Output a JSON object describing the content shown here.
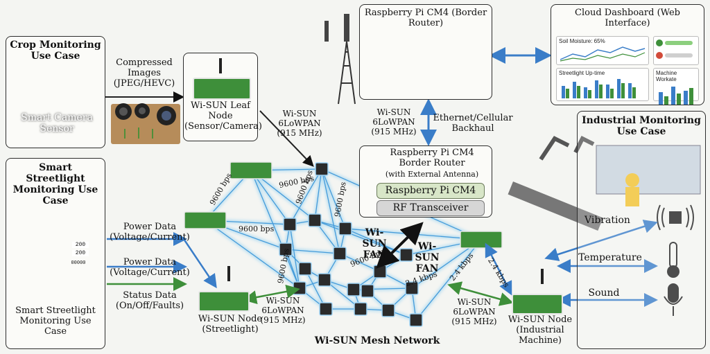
{
  "crop": {
    "title": "Crop Monitoring Use Case",
    "camera_label": "Smart Camera Sensor",
    "link_label": "Compressed Images (JPEG/HEVC)"
  },
  "leaf_node": {
    "label": "Wi-SUN Leaf Node (Sensor/Camera)"
  },
  "streetlight": {
    "title": "Smart Streetlight Monitoring Use Case",
    "caption": "Smart Streetlight Monitoring Use Case",
    "meter_values": [
      "200",
      "200"
    ],
    "meter_footer": "00000",
    "flows": [
      "Power Data (Voltage/Current)",
      "Power Data (Voltage/Current)",
      "Status Data (On/Off/Faults)"
    ]
  },
  "streetlight_node": {
    "label": "Wi-SUN Node (Streetlight)"
  },
  "industrial": {
    "title": "Industrial Monitoring Use Case",
    "sensors": [
      "Vibration",
      "Temperature",
      "Sound"
    ]
  },
  "industrial_node": {
    "label": "Wi-SUN Node (Industrial Machine)"
  },
  "router_top": {
    "title": "Raspberry Pi CM4 (Border Router)"
  },
  "router_mid": {
    "title": "Raspberry Pi CM4 Border Router",
    "subtitle": "(with External Antenna)",
    "layers": [
      "Raspberry Pi CM4",
      "RF Transceiver"
    ]
  },
  "backhaul": {
    "label": "Ethernet/Cellular Backhaul"
  },
  "cloud": {
    "title": "Cloud Dashboard (Web Interface)",
    "panels": [
      "Soil Moisture: 65%",
      "Streetlight Up-time",
      "Machine Workate"
    ]
  },
  "mesh": {
    "caption": "Wi-SUN Mesh Network",
    "rates": [
      "9600 bps",
      "9600 bps",
      "9600 bps",
      "9600 bps",
      "9600 bps",
      "9600 bps",
      "9600 bps",
      "2.4 kbps",
      "2.4 kbps",
      "2.4 kbps"
    ],
    "fan_labels": [
      "Wi-SUN FAN",
      "Wi-SUN FAN"
    ]
  },
  "link_labels": {
    "leaf_mesh": "Wi-SUN 6LoWPAN (915 MHz)",
    "router_mesh": "Wi-SUN 6LoWPAN (915 MHz)",
    "street_mesh": "Wi-SUN 6LoWPAN (915 MHz)",
    "industrial_mesh": "Wi-SUN 6LoWPAN (915 MHz)"
  },
  "colors": {
    "link_blue": "#7ec8f0",
    "arrow_blue": "#3a7dc8",
    "arrow_green": "#3e8f3a",
    "chip_green": "#d8e6c8"
  }
}
